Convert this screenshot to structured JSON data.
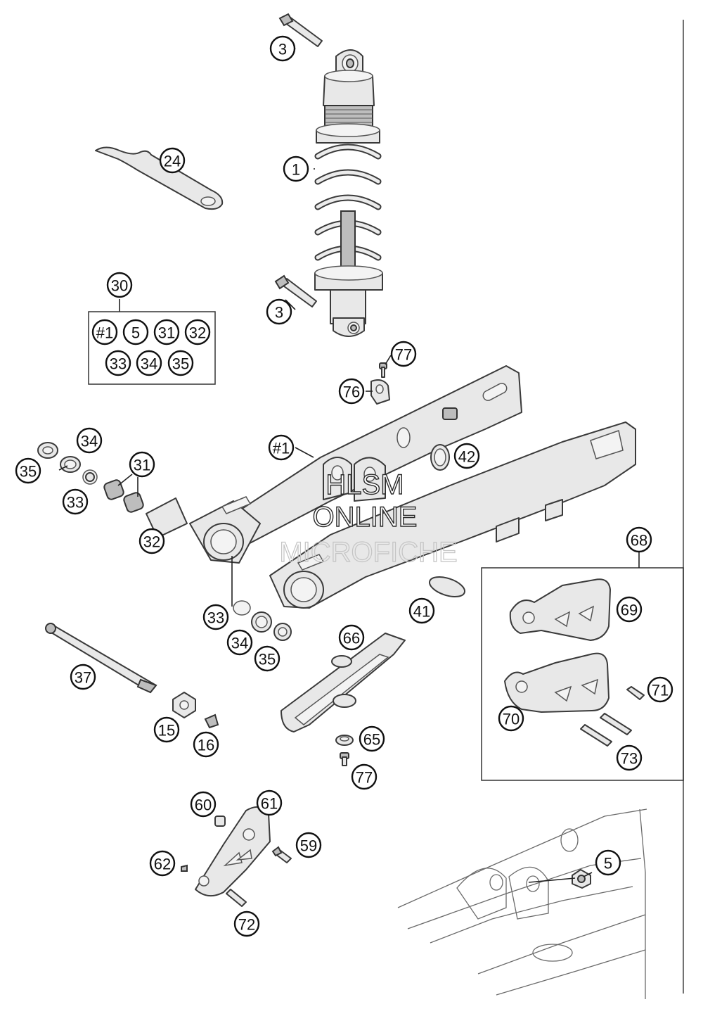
{
  "watermark": {
    "line1": "HLSM",
    "line2": "ONLINE",
    "line3": "MICROFICHE"
  },
  "callouts": [
    {
      "id": "c-3a",
      "label": "3"
    },
    {
      "id": "c-24",
      "label": "24"
    },
    {
      "id": "c-1",
      "label": "1"
    },
    {
      "id": "c-3b",
      "label": "3"
    },
    {
      "id": "c-30",
      "label": "30"
    },
    {
      "id": "c-77a",
      "label": "77"
    },
    {
      "id": "c-76",
      "label": "76"
    },
    {
      "id": "c-34a",
      "label": "34"
    },
    {
      "id": "c-35a",
      "label": "35"
    },
    {
      "id": "c-31",
      "label": "31"
    },
    {
      "id": "c-h1",
      "label": "#1"
    },
    {
      "id": "c-42",
      "label": "42"
    },
    {
      "id": "c-33a",
      "label": "33"
    },
    {
      "id": "c-32",
      "label": "32"
    },
    {
      "id": "c-68",
      "label": "68"
    },
    {
      "id": "c-33b",
      "label": "33"
    },
    {
      "id": "c-41",
      "label": "41"
    },
    {
      "id": "c-34b",
      "label": "34"
    },
    {
      "id": "c-69",
      "label": "69"
    },
    {
      "id": "c-35b",
      "label": "35"
    },
    {
      "id": "c-66",
      "label": "66"
    },
    {
      "id": "c-37",
      "label": "37"
    },
    {
      "id": "c-71",
      "label": "71"
    },
    {
      "id": "c-70",
      "label": "70"
    },
    {
      "id": "c-15",
      "label": "15"
    },
    {
      "id": "c-65",
      "label": "65"
    },
    {
      "id": "c-16",
      "label": "16"
    },
    {
      "id": "c-73",
      "label": "73"
    },
    {
      "id": "c-77b",
      "label": "77"
    },
    {
      "id": "c-60",
      "label": "60"
    },
    {
      "id": "c-61",
      "label": "61"
    },
    {
      "id": "c-59",
      "label": "59"
    },
    {
      "id": "c-5b",
      "label": "5"
    },
    {
      "id": "c-62",
      "label": "62"
    },
    {
      "id": "c-72",
      "label": "72"
    }
  ],
  "kit30_contents": [
    {
      "label": "#1"
    },
    {
      "label": "5"
    },
    {
      "label": "31"
    },
    {
      "label": "32"
    },
    {
      "label": "33"
    },
    {
      "label": "34"
    },
    {
      "label": "35"
    }
  ]
}
